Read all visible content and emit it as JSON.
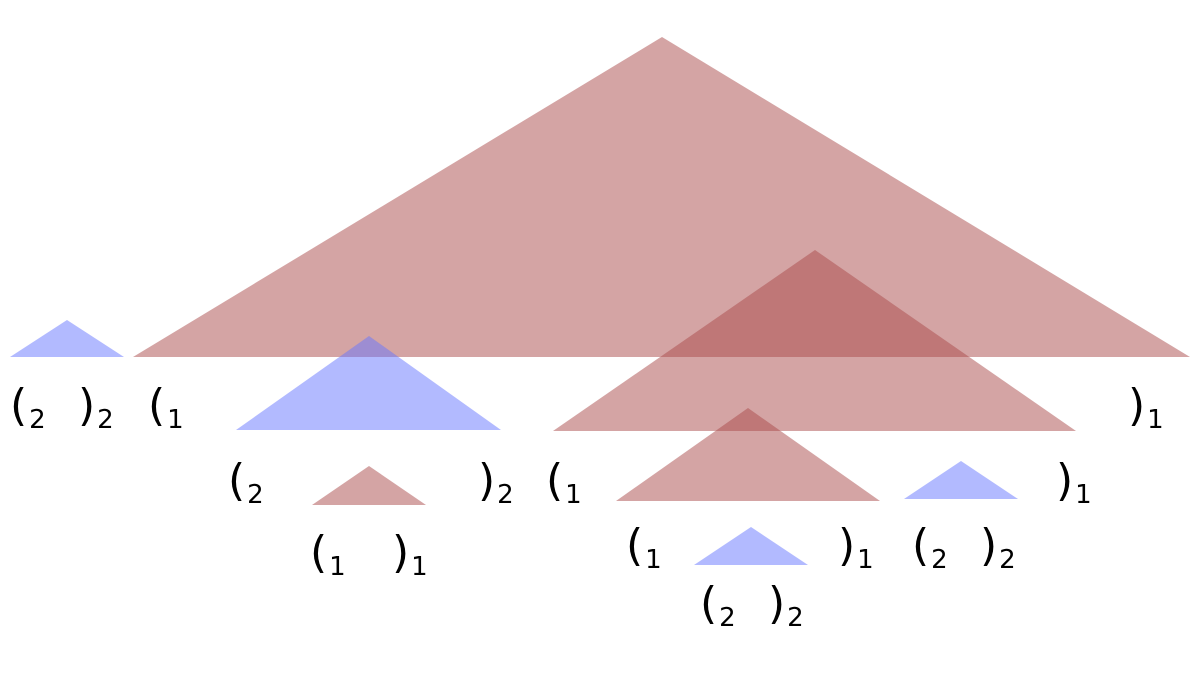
{
  "colors": {
    "type1": "#a94a4a",
    "type2": "#6676ff"
  },
  "triangles": [
    {
      "type": 2,
      "open": "(",
      "open_sub": "2",
      "close": ")",
      "close_sub": "2"
    },
    {
      "type": 1,
      "open": "(",
      "open_sub": "1",
      "close": ")",
      "close_sub": "1"
    },
    {
      "type": 2,
      "open": "(",
      "open_sub": "2",
      "close": ")",
      "close_sub": "2"
    },
    {
      "type": 1,
      "open": "(",
      "open_sub": "1",
      "close": ")",
      "close_sub": "1"
    },
    {
      "type": 1,
      "open": "(",
      "open_sub": "1",
      "close": ")",
      "close_sub": "1"
    },
    {
      "type": 1,
      "open": "(",
      "open_sub": "1",
      "close": ")",
      "close_sub": "1"
    },
    {
      "type": 2,
      "open": "(",
      "open_sub": "2",
      "close": ")",
      "close_sub": "2"
    },
    {
      "type": 2,
      "open": "(",
      "open_sub": "2",
      "close": ")",
      "close_sub": "2"
    }
  ]
}
